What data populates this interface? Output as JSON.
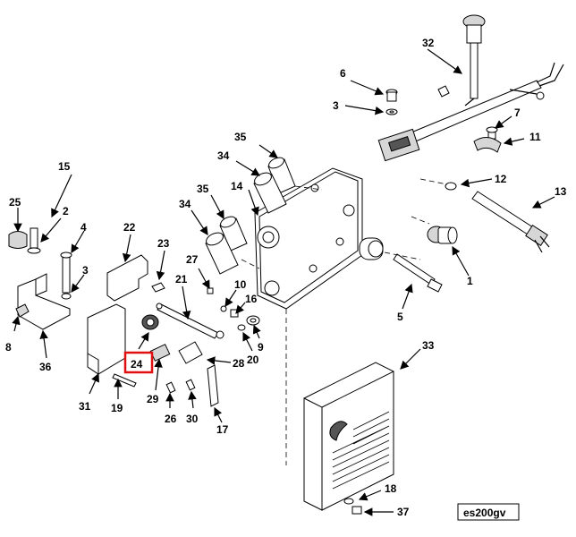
{
  "diagram": {
    "reference_badge": "es200gv",
    "highlighted_callout": "24",
    "highlight_color": "#e01010",
    "callouts": [
      "1",
      "2",
      "3",
      "3",
      "4",
      "5",
      "6",
      "7",
      "8",
      "9",
      "10",
      "11",
      "12",
      "13",
      "14",
      "15",
      "16",
      "17",
      "18",
      "19",
      "20",
      "21",
      "22",
      "23",
      "24",
      "25",
      "26",
      "27",
      "28",
      "29",
      "30",
      "31",
      "32",
      "33",
      "34",
      "34",
      "35",
      "35",
      "36",
      "37"
    ]
  }
}
